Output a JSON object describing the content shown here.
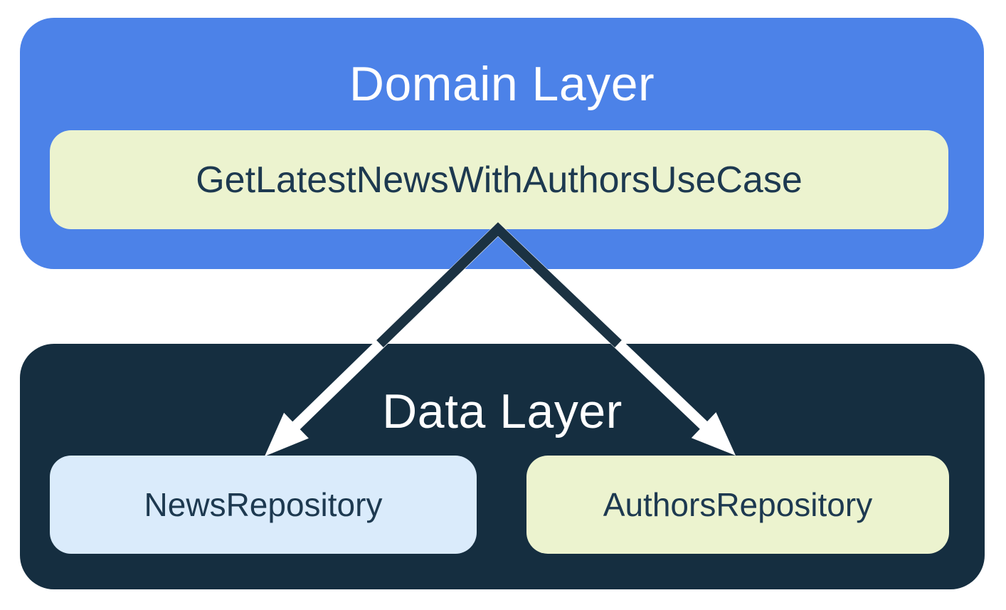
{
  "colors": {
    "background": "#FFFFFF",
    "domain_box": "#4C82E8",
    "data_box": "#152E40",
    "use_case_box": "#ECF3CF",
    "news_repo_box": "#DAEBFB",
    "authors_repo_box": "#ECF3CF",
    "light_box_text": "#1D3950",
    "layer_title_text": "#FFFFFF",
    "arrow_dark": "#1B3242",
    "arrow_light": "#FFFFFF"
  },
  "diagram": {
    "domain_layer": {
      "title": "Domain Layer",
      "use_case_label": "GetLatestNewsWithAuthorsUseCase"
    },
    "data_layer": {
      "title": "Data Layer",
      "repositories": [
        {
          "label": "NewsRepository"
        },
        {
          "label": "AuthorsRepository"
        }
      ]
    },
    "arrows": [
      {
        "from": "GetLatestNewsWithAuthorsUseCase",
        "to": "NewsRepository"
      },
      {
        "from": "GetLatestNewsWithAuthorsUseCase",
        "to": "AuthorsRepository"
      }
    ]
  }
}
